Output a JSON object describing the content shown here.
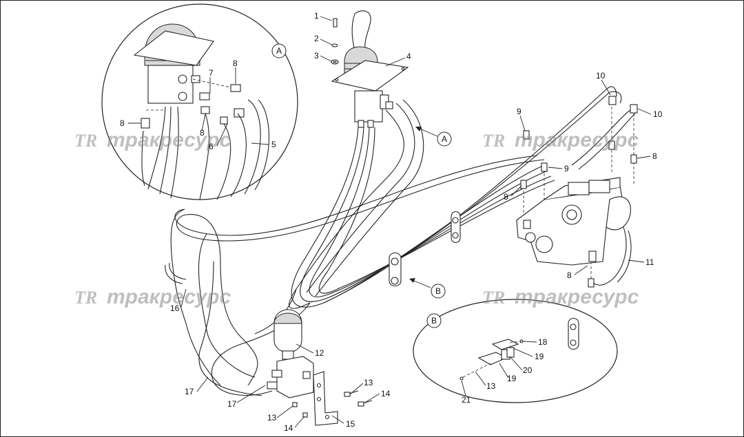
{
  "watermark": {
    "logo": "TR",
    "text": "тракресурс"
  },
  "detail_views": [
    {
      "letter": "A"
    },
    {
      "letter": "B"
    }
  ],
  "view_pointers": {
    "a": "A",
    "b": "B"
  },
  "part_numbers": {
    "n1": "1",
    "n2": "2",
    "n3": "3",
    "n4": "4",
    "n5": "5",
    "n6": "6",
    "n7": "7",
    "n8": "8",
    "n9": "9",
    "n10": "10",
    "n11": "11",
    "n12": "12",
    "n13": "13",
    "n14": "14",
    "n15": "15",
    "n16": "16",
    "n17": "17",
    "n18": "18",
    "n19": "19",
    "n20": "20",
    "n21": "21"
  }
}
